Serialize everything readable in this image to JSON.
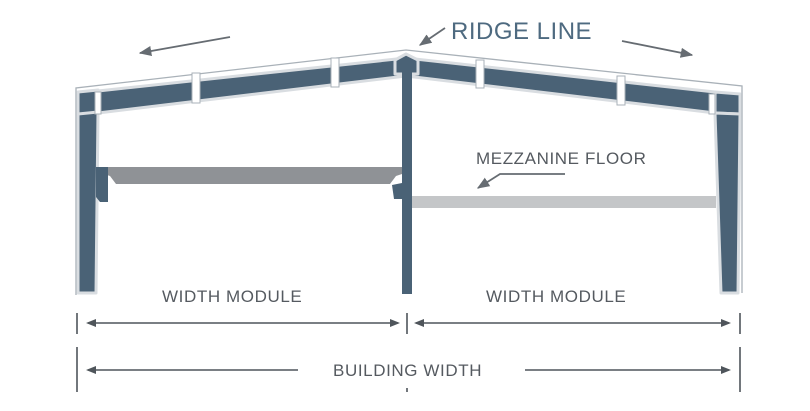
{
  "labels": {
    "ridge_line": "RIDGE LINE",
    "mezzanine_floor": "MEZZANINE FLOOR",
    "width_module_left": "WIDTH MODULE",
    "width_module_right": "WIDTH MODULE",
    "building_width": "BUILDING WIDTH"
  },
  "colors": {
    "steel_frame": "#4a6276",
    "frame_outline": "#d9dde1",
    "mezzanine_left": "#8f9296",
    "mezzanine_right": "#c4c6c8",
    "dimension_line": "#4f555b",
    "ridge_label": "#4e6a80",
    "text": "#555a60"
  }
}
